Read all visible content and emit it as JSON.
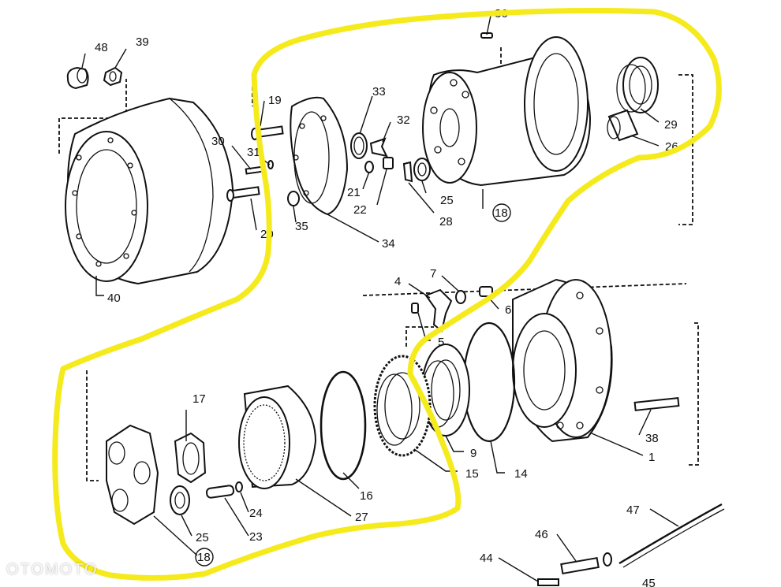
{
  "watermark": "OTOMOTO",
  "callouts": [
    {
      "id": "48",
      "text": "48"
    },
    {
      "id": "39",
      "text": "39"
    },
    {
      "id": "36",
      "text": "36"
    },
    {
      "id": "19",
      "text": "19"
    },
    {
      "id": "33",
      "text": "33"
    },
    {
      "id": "32",
      "text": "32"
    },
    {
      "id": "29",
      "text": "29"
    },
    {
      "id": "30",
      "text": "30"
    },
    {
      "id": "31",
      "text": "31"
    },
    {
      "id": "26",
      "text": "26"
    },
    {
      "id": "21",
      "text": "21"
    },
    {
      "id": "22",
      "text": "22"
    },
    {
      "id": "25a",
      "text": "25"
    },
    {
      "id": "18a",
      "text": "18"
    },
    {
      "id": "28",
      "text": "28"
    },
    {
      "id": "20",
      "text": "20"
    },
    {
      "id": "35",
      "text": "35"
    },
    {
      "id": "34",
      "text": "34"
    },
    {
      "id": "40",
      "text": "40"
    },
    {
      "id": "4",
      "text": "4"
    },
    {
      "id": "7",
      "text": "7"
    },
    {
      "id": "6",
      "text": "6"
    },
    {
      "id": "5",
      "text": "5"
    },
    {
      "id": "17",
      "text": "17"
    },
    {
      "id": "38",
      "text": "38"
    },
    {
      "id": "1",
      "text": "1"
    },
    {
      "id": "9",
      "text": "9"
    },
    {
      "id": "14",
      "text": "14"
    },
    {
      "id": "15",
      "text": "15"
    },
    {
      "id": "16",
      "text": "16"
    },
    {
      "id": "24",
      "text": "24"
    },
    {
      "id": "27",
      "text": "27"
    },
    {
      "id": "25b",
      "text": "25"
    },
    {
      "id": "23",
      "text": "23"
    },
    {
      "id": "18b",
      "text": "18"
    },
    {
      "id": "47",
      "text": "47"
    },
    {
      "id": "46",
      "text": "46"
    },
    {
      "id": "44",
      "text": "44"
    },
    {
      "id": "45",
      "text": "45"
    }
  ],
  "colors": {
    "highlight": "#f5ea1c",
    "ink": "#111111",
    "background": "#ffffff"
  }
}
